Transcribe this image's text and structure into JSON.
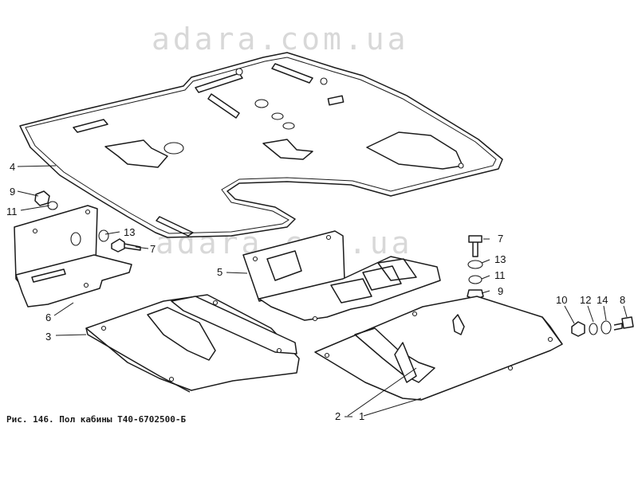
{
  "diagram": {
    "caption": "Рис. 146. Пол кабины Т40-6702500-Б",
    "watermarks": [
      "adara.com.ua",
      "adara.com.ua"
    ],
    "callouts": {
      "p4": "4",
      "p9a": "9",
      "p11a": "11",
      "p13a": "13",
      "p7a": "7",
      "p5": "5",
      "p6": "6",
      "p3": "3",
      "p7b": "7",
      "p13b": "13",
      "p11b": "11",
      "p9b": "9",
      "p10": "10",
      "p12": "12",
      "p14": "14",
      "p8": "8",
      "p2": "2",
      "p1": "1"
    }
  }
}
